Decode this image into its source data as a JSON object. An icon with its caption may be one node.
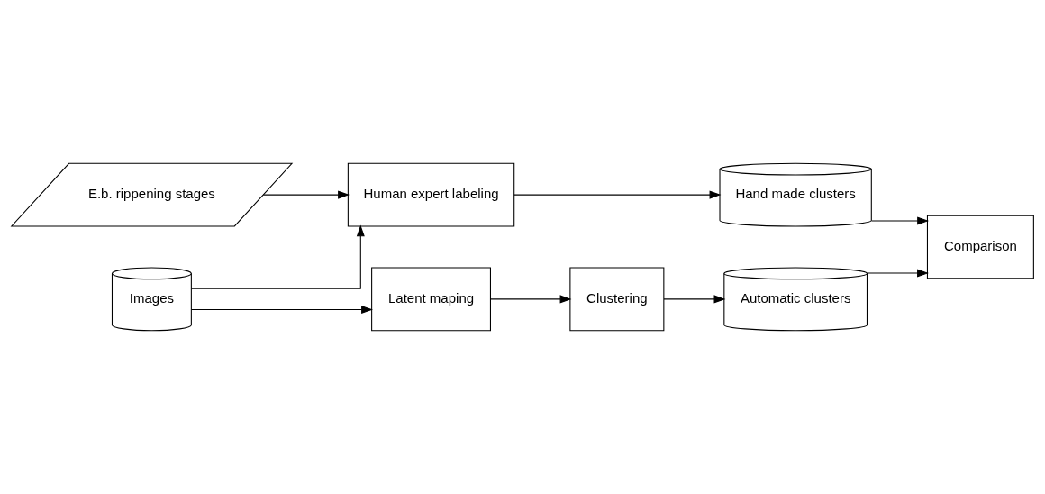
{
  "diagram": {
    "nodes": [
      {
        "text": [
          "Images"
        ]
      },
      {
        "text": [
          "E.b. rippening stages"
        ]
      },
      {
        "text": [
          "Human expert labeling"
        ]
      },
      {
        "text": [
          "Hand made clusters"
        ]
      },
      {
        "text": [
          "Comparison"
        ]
      },
      {
        "text": [
          "Latent maping"
        ]
      },
      {
        "text": [
          "Clustering"
        ]
      },
      {
        "text": [
          "Automatic clusters"
        ]
      }
    ],
    "edges": [
      {
        "from": 0,
        "to": 2,
        "arrow": "to"
      },
      {
        "from": 0,
        "to": 5,
        "arrow": "to"
      },
      {
        "from": 1,
        "to": 2,
        "arrow": "to"
      },
      {
        "from": 2,
        "to": 3,
        "arrow": "to"
      },
      {
        "from": 3,
        "to": 4,
        "arrow": "to"
      },
      {
        "from": 5,
        "to": 6,
        "arrow": "to"
      },
      {
        "from": 6,
        "to": 7,
        "arrow": "to"
      },
      {
        "from": 7,
        "to": 4,
        "arrow": "to"
      }
    ]
  }
}
